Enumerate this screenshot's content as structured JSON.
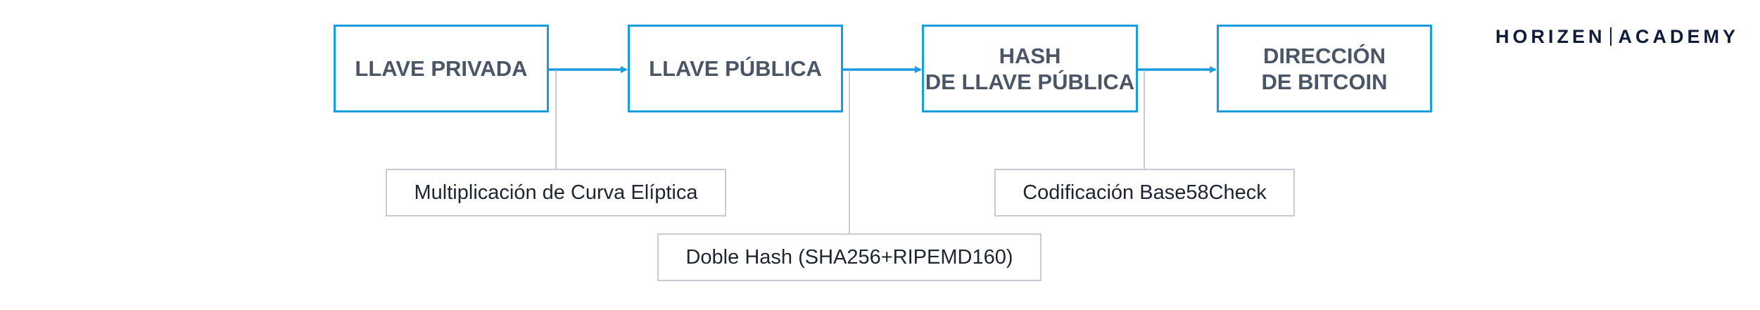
{
  "colors": {
    "accent": "#1a9ce0",
    "box_text": "#4a5566",
    "note_border": "#c8cbd6",
    "note_text": "#1e2430",
    "logo": "#0e1c3a"
  },
  "logo": {
    "brand": "HORIZEN",
    "sub": "ACADEMY"
  },
  "steps": [
    {
      "id": "llave-privada",
      "label": "LLAVE PRIVADA"
    },
    {
      "id": "llave-publica",
      "label": "LLAVE PÚBLICA"
    },
    {
      "id": "hash-llave-publica",
      "label": "HASH\nDE LLAVE PÚBLICA"
    },
    {
      "id": "direccion-bitcoin",
      "label": "DIRECCIÓN\nDE BITCOIN"
    }
  ],
  "transforms": [
    {
      "id": "curva-eliptica",
      "label": "Multiplicación de Curva Elíptica"
    },
    {
      "id": "doble-hash",
      "label": "Doble Hash (SHA256+RIPEMD160)"
    },
    {
      "id": "base58check",
      "label": "Codificación Base58Check"
    }
  ]
}
